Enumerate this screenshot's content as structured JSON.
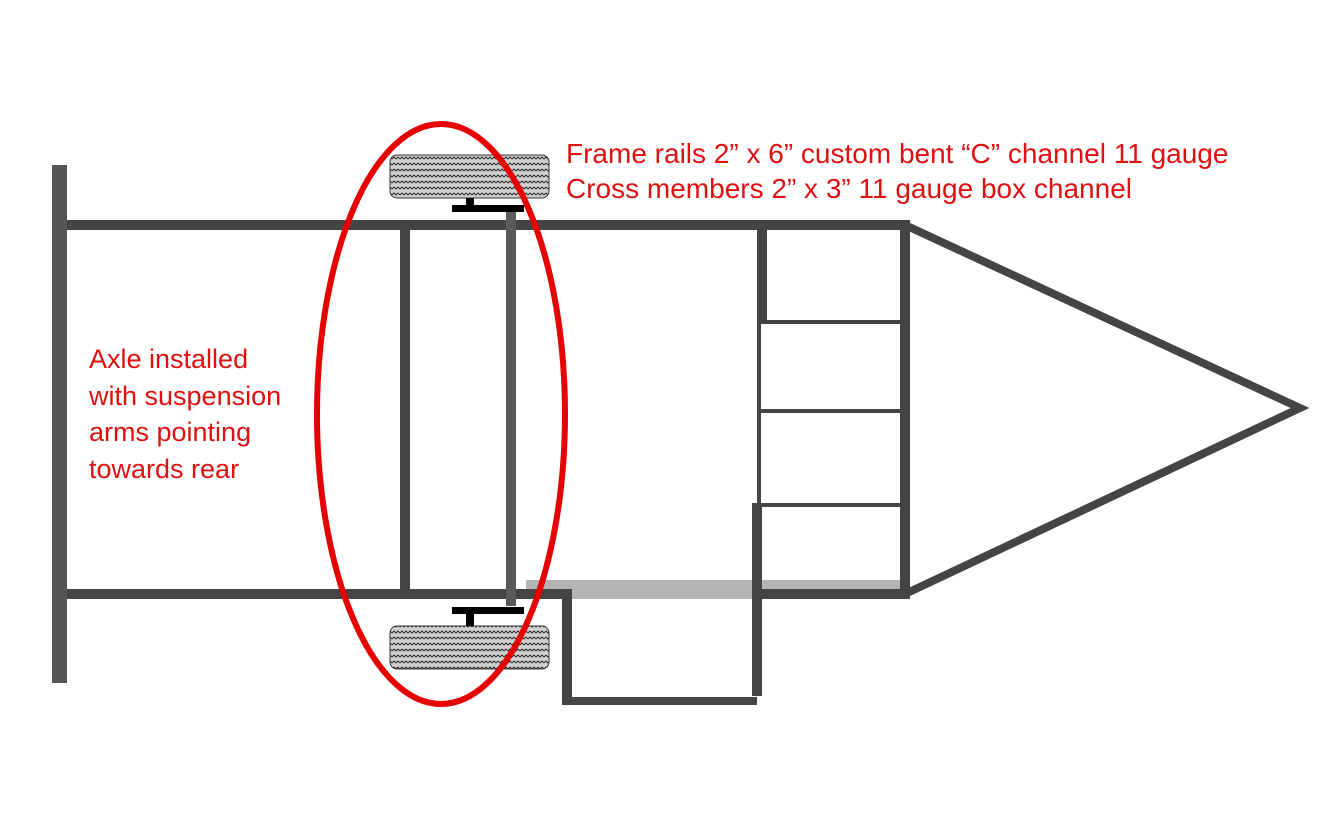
{
  "spec_notes": [
    "Frame rails 2” x 6” custom bent “C” channel 11 gauge",
    "Cross members 2” x 3” 11 gauge box channel"
  ],
  "axle_note": [
    "Axle installed",
    "with suspension",
    "arms pointing",
    "towards rear"
  ],
  "colors": {
    "frame": "#444444",
    "highlight": "#e60000",
    "text": "#e01010",
    "strip": "#b3b3b3"
  }
}
